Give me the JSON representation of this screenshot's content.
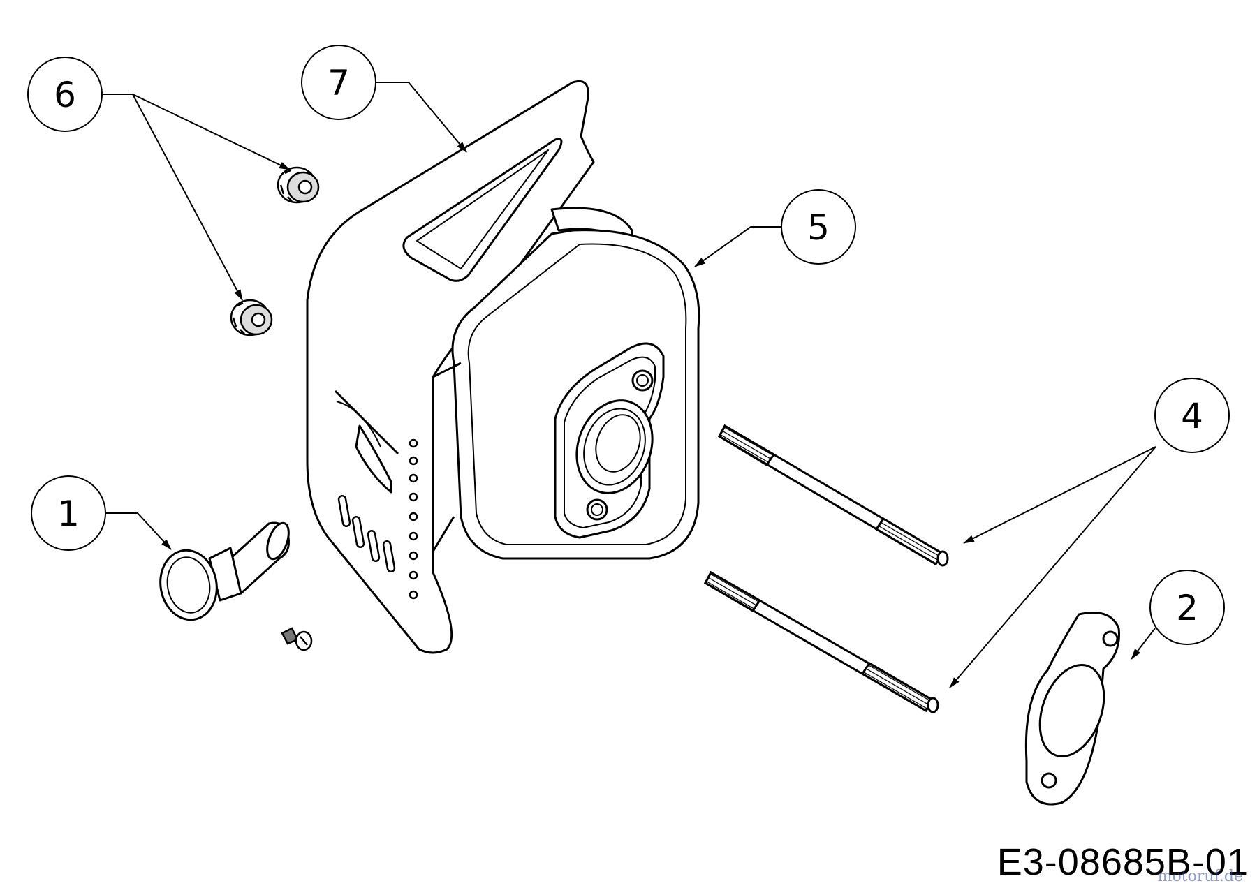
{
  "diagram": {
    "code": "E3-08685B-01",
    "watermark": "motoruf.de",
    "callouts": [
      {
        "id": "1",
        "part": "spark arrestor screen"
      },
      {
        "id": "2",
        "part": "gasket"
      },
      {
        "id": "4",
        "part": "stud"
      },
      {
        "id": "5",
        "part": "muffler"
      },
      {
        "id": "6",
        "part": "flange nut"
      },
      {
        "id": "7",
        "part": "heat shield"
      }
    ]
  },
  "colors": {
    "line": "#000000",
    "background": "#ffffff",
    "watermark": "#2b4aa8"
  }
}
